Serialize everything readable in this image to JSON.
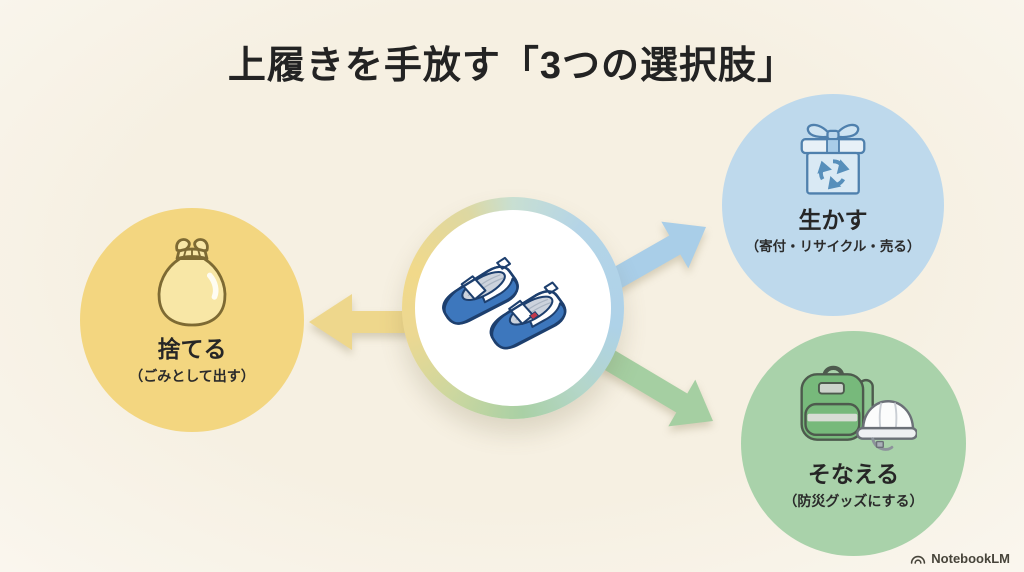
{
  "title": "上履きを手放す「3つの選択肢」",
  "center": {
    "icon": "indoor-shoes-icon",
    "ring_colors": [
      "#f1d98a",
      "#aed2e8",
      "#a9d0a5"
    ]
  },
  "options": [
    {
      "id": "discard",
      "position": "left",
      "label": "捨てる",
      "sublabel": "（ごみとして出す）",
      "icon": "garbage-bag-icon",
      "circle_color": "#f3d680",
      "arrow_color": "#eed78c"
    },
    {
      "id": "utilize",
      "position": "top-right",
      "label": "生かす",
      "sublabel": "（寄付・リサイクル・売る）",
      "icon": "gift-recycle-icon",
      "circle_color": "#bed9ec",
      "arrow_color": "#a9cee8"
    },
    {
      "id": "prepare",
      "position": "bottom-right",
      "label": "そなえる",
      "sublabel": "（防災グッズにする）",
      "icon": "backpack-helmet-icon",
      "circle_color": "#a9d2aa",
      "arrow_color": "#a5cfa2"
    }
  ],
  "footer": {
    "brand": "NotebookLM"
  },
  "colors": {
    "background": "#f6f0e2",
    "text": "#262626"
  }
}
